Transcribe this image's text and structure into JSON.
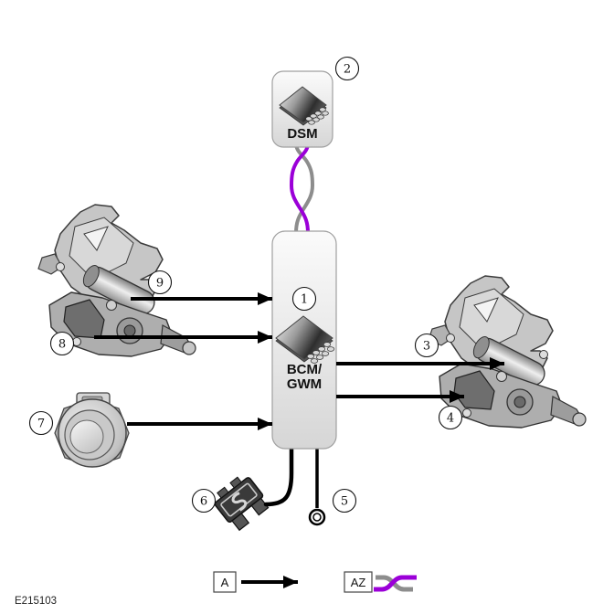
{
  "figure": {
    "id": "E215103"
  },
  "modules": {
    "dsm": {
      "label": "DSM",
      "callout": "2"
    },
    "bcm": {
      "label_line1": "BCM/",
      "label_line2": "GWM",
      "callout": "1"
    }
  },
  "callouts": {
    "c1": "1",
    "c2": "2",
    "c3": "3",
    "c4": "4",
    "c5": "5",
    "c6": "6",
    "c7": "7",
    "c8": "8",
    "c9": "9"
  },
  "legend": {
    "arrow_key": "A",
    "twisted_pair_key": "AZ"
  },
  "colors": {
    "wire_purple": "#9b00d8",
    "wire_gray": "#8d8d8d",
    "arrow_black": "#000000"
  },
  "icons": {
    "module_chip": "microchip-icon",
    "twisted_pair": "twisted-pair-wires-icon",
    "ground_ring": "ring-terminal-icon",
    "fuse": "blade-fuse-icon",
    "switch": "push-button-switch-icon",
    "latch": "door-latch-assembly-icon",
    "arrow": "hardwired-signal-arrow-icon"
  }
}
